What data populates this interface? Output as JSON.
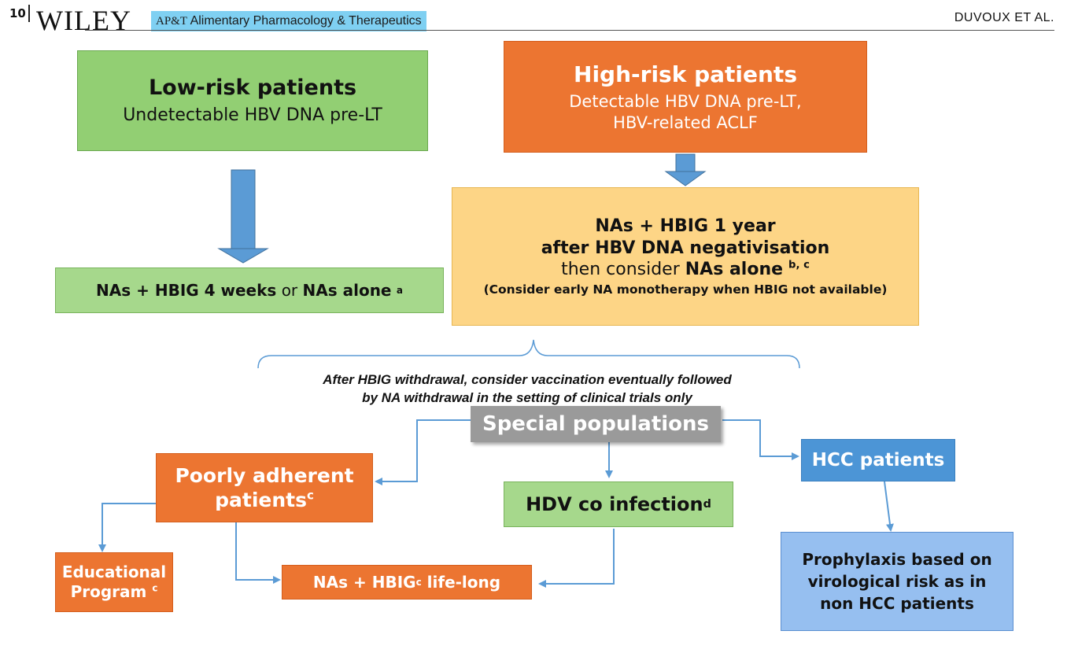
{
  "header": {
    "page_number": "10",
    "publisher": "WILEY",
    "journal_badge_prefix": "AP&T",
    "journal_name": "Alimentary Pharmacology & Therapeutics",
    "author": "DUVOUX ET AL."
  },
  "low_risk": {
    "title": "Low-risk patients",
    "subtitle": "Undetectable HBV DNA pre-LT",
    "outcome_bold1": "NAs + HBIG 4 weeks",
    "outcome_or": "or",
    "outcome_bold2": "NAs alone",
    "outcome_sup": "a"
  },
  "high_risk": {
    "title": "High-risk patients",
    "line1": "Detectable HBV DNA pre-LT,",
    "line2": "HBV-related ACLF",
    "outcome_line1": "NAs + HBIG 1 year",
    "outcome_line2": "after HBV DNA negativisation",
    "outcome_then": "then consider",
    "outcome_bold": "NAs alone",
    "outcome_sup": "b, c",
    "outcome_note": "(Consider early NA monotherapy when HBIG not available)"
  },
  "withdrawal_note": {
    "line1": "After HBIG withdrawal, consider vaccination eventually followed",
    "line2": "by NA withdrawal in the setting of clinical trials only"
  },
  "special": {
    "title": "Special populations"
  },
  "poorly_adherent": {
    "line1": "Poorly adherent",
    "line2": "patients",
    "sup": "c"
  },
  "educational": {
    "line1": "Educational",
    "line2": "Program",
    "sup": "c"
  },
  "lifelong": {
    "pre": "NAs + HBIG",
    "sup": "c",
    "post": "life-long"
  },
  "hdv": {
    "text": "HDV co infection",
    "sup": "d"
  },
  "hcc": {
    "title": "HCC patients",
    "outcome_line1": "Prophylaxis based on",
    "outcome_line2": "virological risk as in",
    "outcome_line3": "non HCC patients"
  },
  "colors": {
    "green": "#92cf73",
    "orange": "#ec7531",
    "yellow": "#fdd586",
    "grey": "#9a9a9a",
    "blue": "#4c95d6",
    "light_blue": "#96bff0",
    "arrow": "#5b9bd5"
  }
}
